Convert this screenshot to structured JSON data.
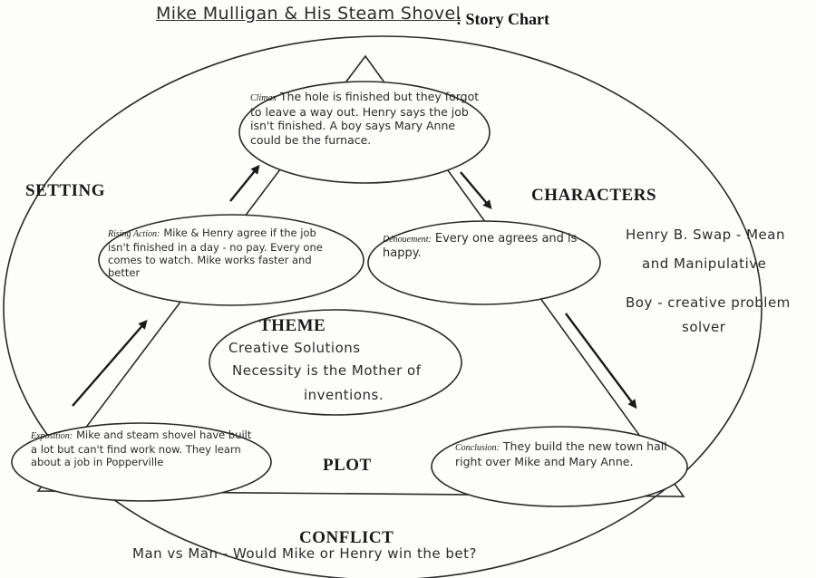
{
  "title": {
    "handwritten": "Mike Mulligan & His Steam Shovel",
    "printed": ": Story Chart"
  },
  "headings": {
    "setting": "SETTING",
    "characters": "CHARACTERS",
    "theme": "THEME",
    "plot": "PLOT",
    "conflict": "CONFLICT"
  },
  "climax": {
    "label": "Climax",
    "text": "The hole is finished but they forgot to leave a way out. Henry says the job isn't finished. A boy says Mary Anne could be the furnace."
  },
  "rising_action": {
    "label": "Rising Action:",
    "text": "Mike & Henry agree if the job isn't finished in a day - no pay. Every one comes to watch. Mike works faster and better"
  },
  "denouement": {
    "label": "Dénouement:",
    "text": "Every one agrees and is happy."
  },
  "exposition": {
    "label": "Exposition:",
    "text": "Mike and steam shovel have built a lot but can't find work now. They learn about a job in Popperville"
  },
  "conclusion": {
    "label": "Conclusion:",
    "text": "They build the new town hall right over Mike and Mary Anne."
  },
  "theme_text": {
    "line1": "Creative Solutions",
    "line2": "Necessity is the Mother of",
    "line3": "inventions."
  },
  "characters_text": {
    "line1": "Henry B. Swap - Mean",
    "line2": "and Manipulative",
    "line3": "Boy - creative problem",
    "line4": "solver"
  },
  "conflict_text": "Man vs Man - Would Mike or Henry win the bet?"
}
